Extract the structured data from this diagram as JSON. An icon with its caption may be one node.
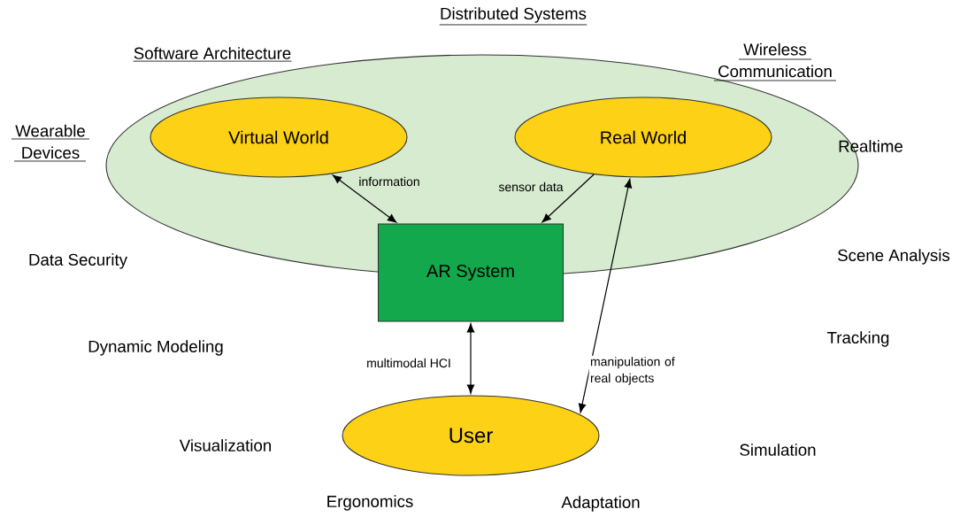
{
  "diagram": {
    "nodes": [
      {
        "text": [],
        "shape": "ellipse"
      },
      {
        "text": [
          "Virtual World"
        ],
        "in": 0
      },
      {
        "text": [
          "Real World"
        ],
        "in": 0
      },
      {
        "text": [
          "AR System"
        ]
      },
      {
        "text": [
          "User"
        ]
      }
    ],
    "edges": [
      {
        "from": 1,
        "to": 3,
        "arrow": "both",
        "label": "information"
      },
      {
        "from": 2,
        "to": 3,
        "arrow": "to",
        "label": "sensor data"
      },
      {
        "from": 3,
        "to": 4,
        "arrow": "both",
        "label": "multimodal HCI"
      },
      {
        "from": 4,
        "to": 2,
        "arrow": "both",
        "label": "manipulation of real objects"
      }
    ],
    "labels": [
      "Distributed Systems",
      "Software Architecture",
      "Wireless Communication",
      "Wearable Devices",
      "Realtime",
      "Data Security",
      "Scene Analysis",
      "Dynamic Modeling",
      "Tracking",
      "Visualization",
      "Simulation",
      "Ergonomics",
      "Adaptation"
    ]
  }
}
